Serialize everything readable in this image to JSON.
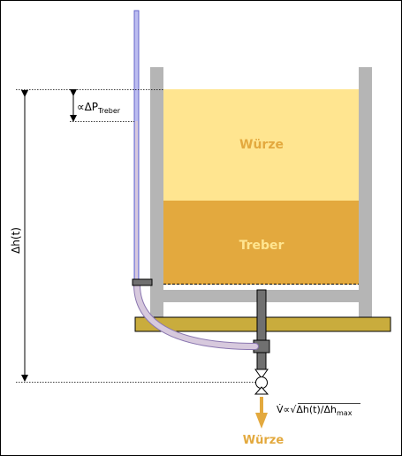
{
  "labels": {
    "wuerze_tank": "Würze",
    "treber": "Treber",
    "delta_h": "Δh(t)",
    "delta_p_prefix": "∝ΔP",
    "delta_p_sub": "Treber",
    "flow_main": "V̇∝√Δh(t)/Δh",
    "flow_sub": "max",
    "wuerze_out": "Würze"
  },
  "colors": {
    "frame": "#000000",
    "wuerze_liquid": "#ffe590",
    "treber_bed": "#e3a93e",
    "label_on_liquid": "#e3a93e",
    "label_on_treber": "#ffe590",
    "tank_wall": "#b5b5b5",
    "base_plate": "#c9ac3d",
    "pipe": "#707070",
    "gauge_tube_fill": "#bcbdf0",
    "hose": "#b9a7c6",
    "arrow": "#e3a93e"
  }
}
